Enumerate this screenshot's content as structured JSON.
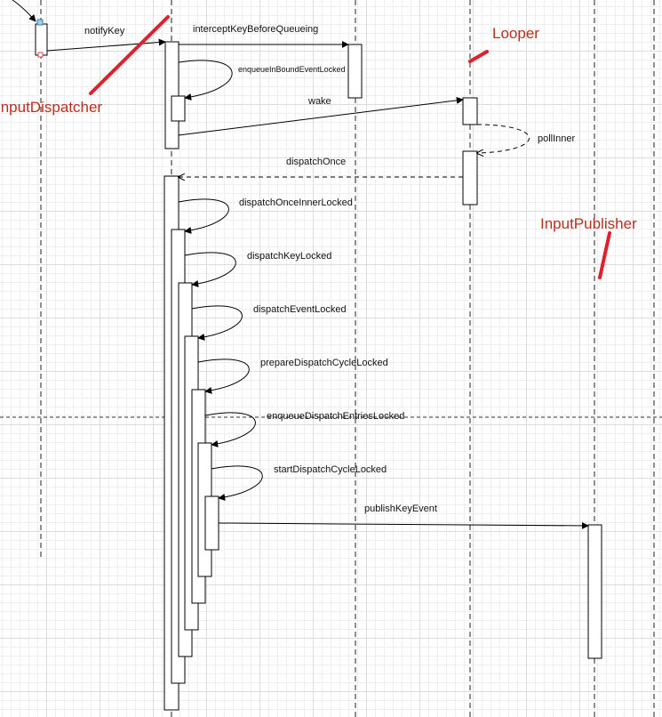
{
  "annotations": {
    "input_dispatcher": "InputDispatcher",
    "looper": "Looper",
    "input_publisher": "InputPublisher"
  },
  "messages": {
    "notify_key": "notifyKey",
    "intercept_key_before_queueing": "interceptKeyBeforeQueueing",
    "enqueue_inbound_event_locked": "enqueueInBoundEventLocked",
    "wake": "wake",
    "poll_inner": "pollInner",
    "dispatch_once": "dispatchOnce",
    "dispatch_once_inner_locked": "dispatchOnceInnerLocked",
    "dispatch_key_locked": "dispatchKeyLocked",
    "dispatch_event_locked": "dispatchEventLocked",
    "prepare_dispatch_cycle_locked": "prepareDispatchCycleLocked",
    "enqueue_dispatch_entries_locked": "enqueueDispatchEntriesLocked",
    "start_dispatch_cycle_locked": "startDispatchCycleLocked",
    "publish_key_event": "publishKeyEvent"
  },
  "colors": {
    "annotation_text": "#b8301e",
    "annotation_stroke": "#e0202a",
    "selection_handle_fill": "#9ed0ea"
  }
}
